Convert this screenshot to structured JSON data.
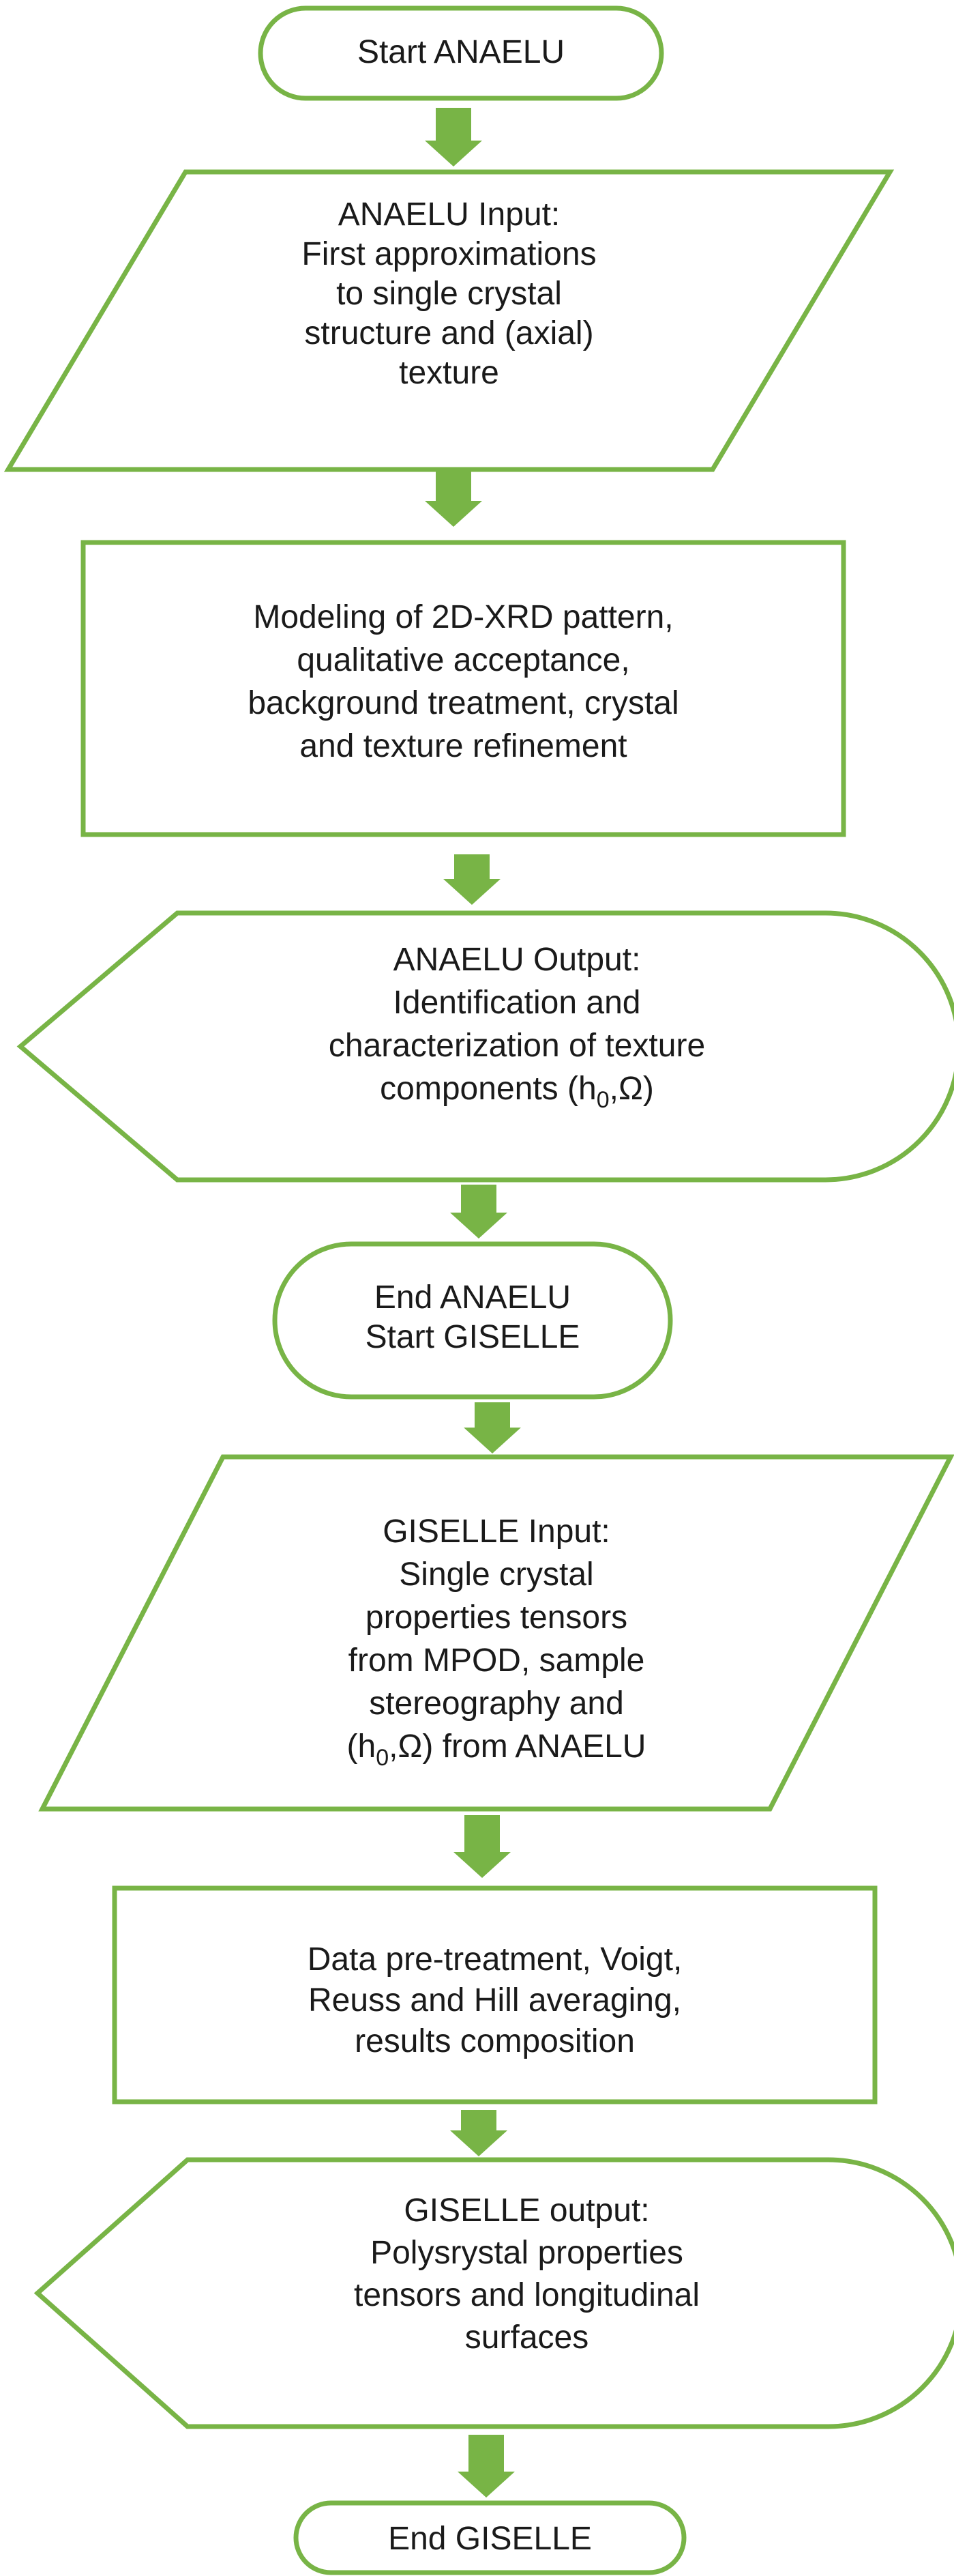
{
  "colors": {
    "accent": "#78b446",
    "text": "#1a1a1a",
    "background": "#ffffff"
  },
  "nodes": [
    {
      "id": "start-anaelu",
      "shape": "terminator",
      "lines": [
        [
          {
            "t": "Start ANAELU"
          }
        ]
      ]
    },
    {
      "id": "anaelu-input",
      "shape": "parallelogram",
      "lines": [
        [
          {
            "t": "ANAELU Input:"
          }
        ],
        [
          {
            "t": "First approximations"
          }
        ],
        [
          {
            "t": "to single crystal"
          }
        ],
        [
          {
            "t": "structure and (axial)"
          }
        ],
        [
          {
            "t": "texture"
          }
        ]
      ]
    },
    {
      "id": "modeling",
      "shape": "rectangle",
      "lines": [
        [
          {
            "t": "Modeling of 2D-XRD pattern,"
          }
        ],
        [
          {
            "t": "qualitative acceptance,"
          }
        ],
        [
          {
            "t": "background treatment, crystal"
          }
        ],
        [
          {
            "t": "and texture refinement"
          }
        ]
      ]
    },
    {
      "id": "anaelu-output",
      "shape": "display",
      "lines": [
        [
          {
            "t": "ANAELU Output:"
          }
        ],
        [
          {
            "t": "Identification and"
          }
        ],
        [
          {
            "t": "characterization of texture"
          }
        ],
        [
          {
            "t": "components (h"
          },
          {
            "t": "0",
            "sub": true
          },
          {
            "t": ",Ω)"
          }
        ]
      ]
    },
    {
      "id": "end-anaelu-start-giselle",
      "shape": "terminator",
      "lines": [
        [
          {
            "t": "End ANAELU"
          }
        ],
        [
          {
            "t": "Start GISELLE"
          }
        ]
      ]
    },
    {
      "id": "giselle-input",
      "shape": "parallelogram",
      "lines": [
        [
          {
            "t": "GISELLE Input:"
          }
        ],
        [
          {
            "t": "Single crystal"
          }
        ],
        [
          {
            "t": "properties tensors"
          }
        ],
        [
          {
            "t": "from MPOD, sample"
          }
        ],
        [
          {
            "t": "stereography and"
          }
        ],
        [
          {
            "t": "(h"
          },
          {
            "t": "0",
            "sub": true
          },
          {
            "t": ",Ω) from ANAELU"
          }
        ]
      ]
    },
    {
      "id": "data-pretreatment",
      "shape": "rectangle",
      "lines": [
        [
          {
            "t": "Data pre-treatment, Voigt,"
          }
        ],
        [
          {
            "t": "Reuss and Hill averaging,"
          }
        ],
        [
          {
            "t": "results composition"
          }
        ]
      ]
    },
    {
      "id": "giselle-output",
      "shape": "display",
      "lines": [
        [
          {
            "t": "GISELLE output:"
          }
        ],
        [
          {
            "t": "Polysrystal properties"
          }
        ],
        [
          {
            "t": "tensors and longitudinal"
          }
        ],
        [
          {
            "t": "surfaces"
          }
        ]
      ]
    },
    {
      "id": "end-giselle",
      "shape": "terminator",
      "lines": [
        [
          {
            "t": "End GISELLE"
          }
        ]
      ]
    }
  ]
}
